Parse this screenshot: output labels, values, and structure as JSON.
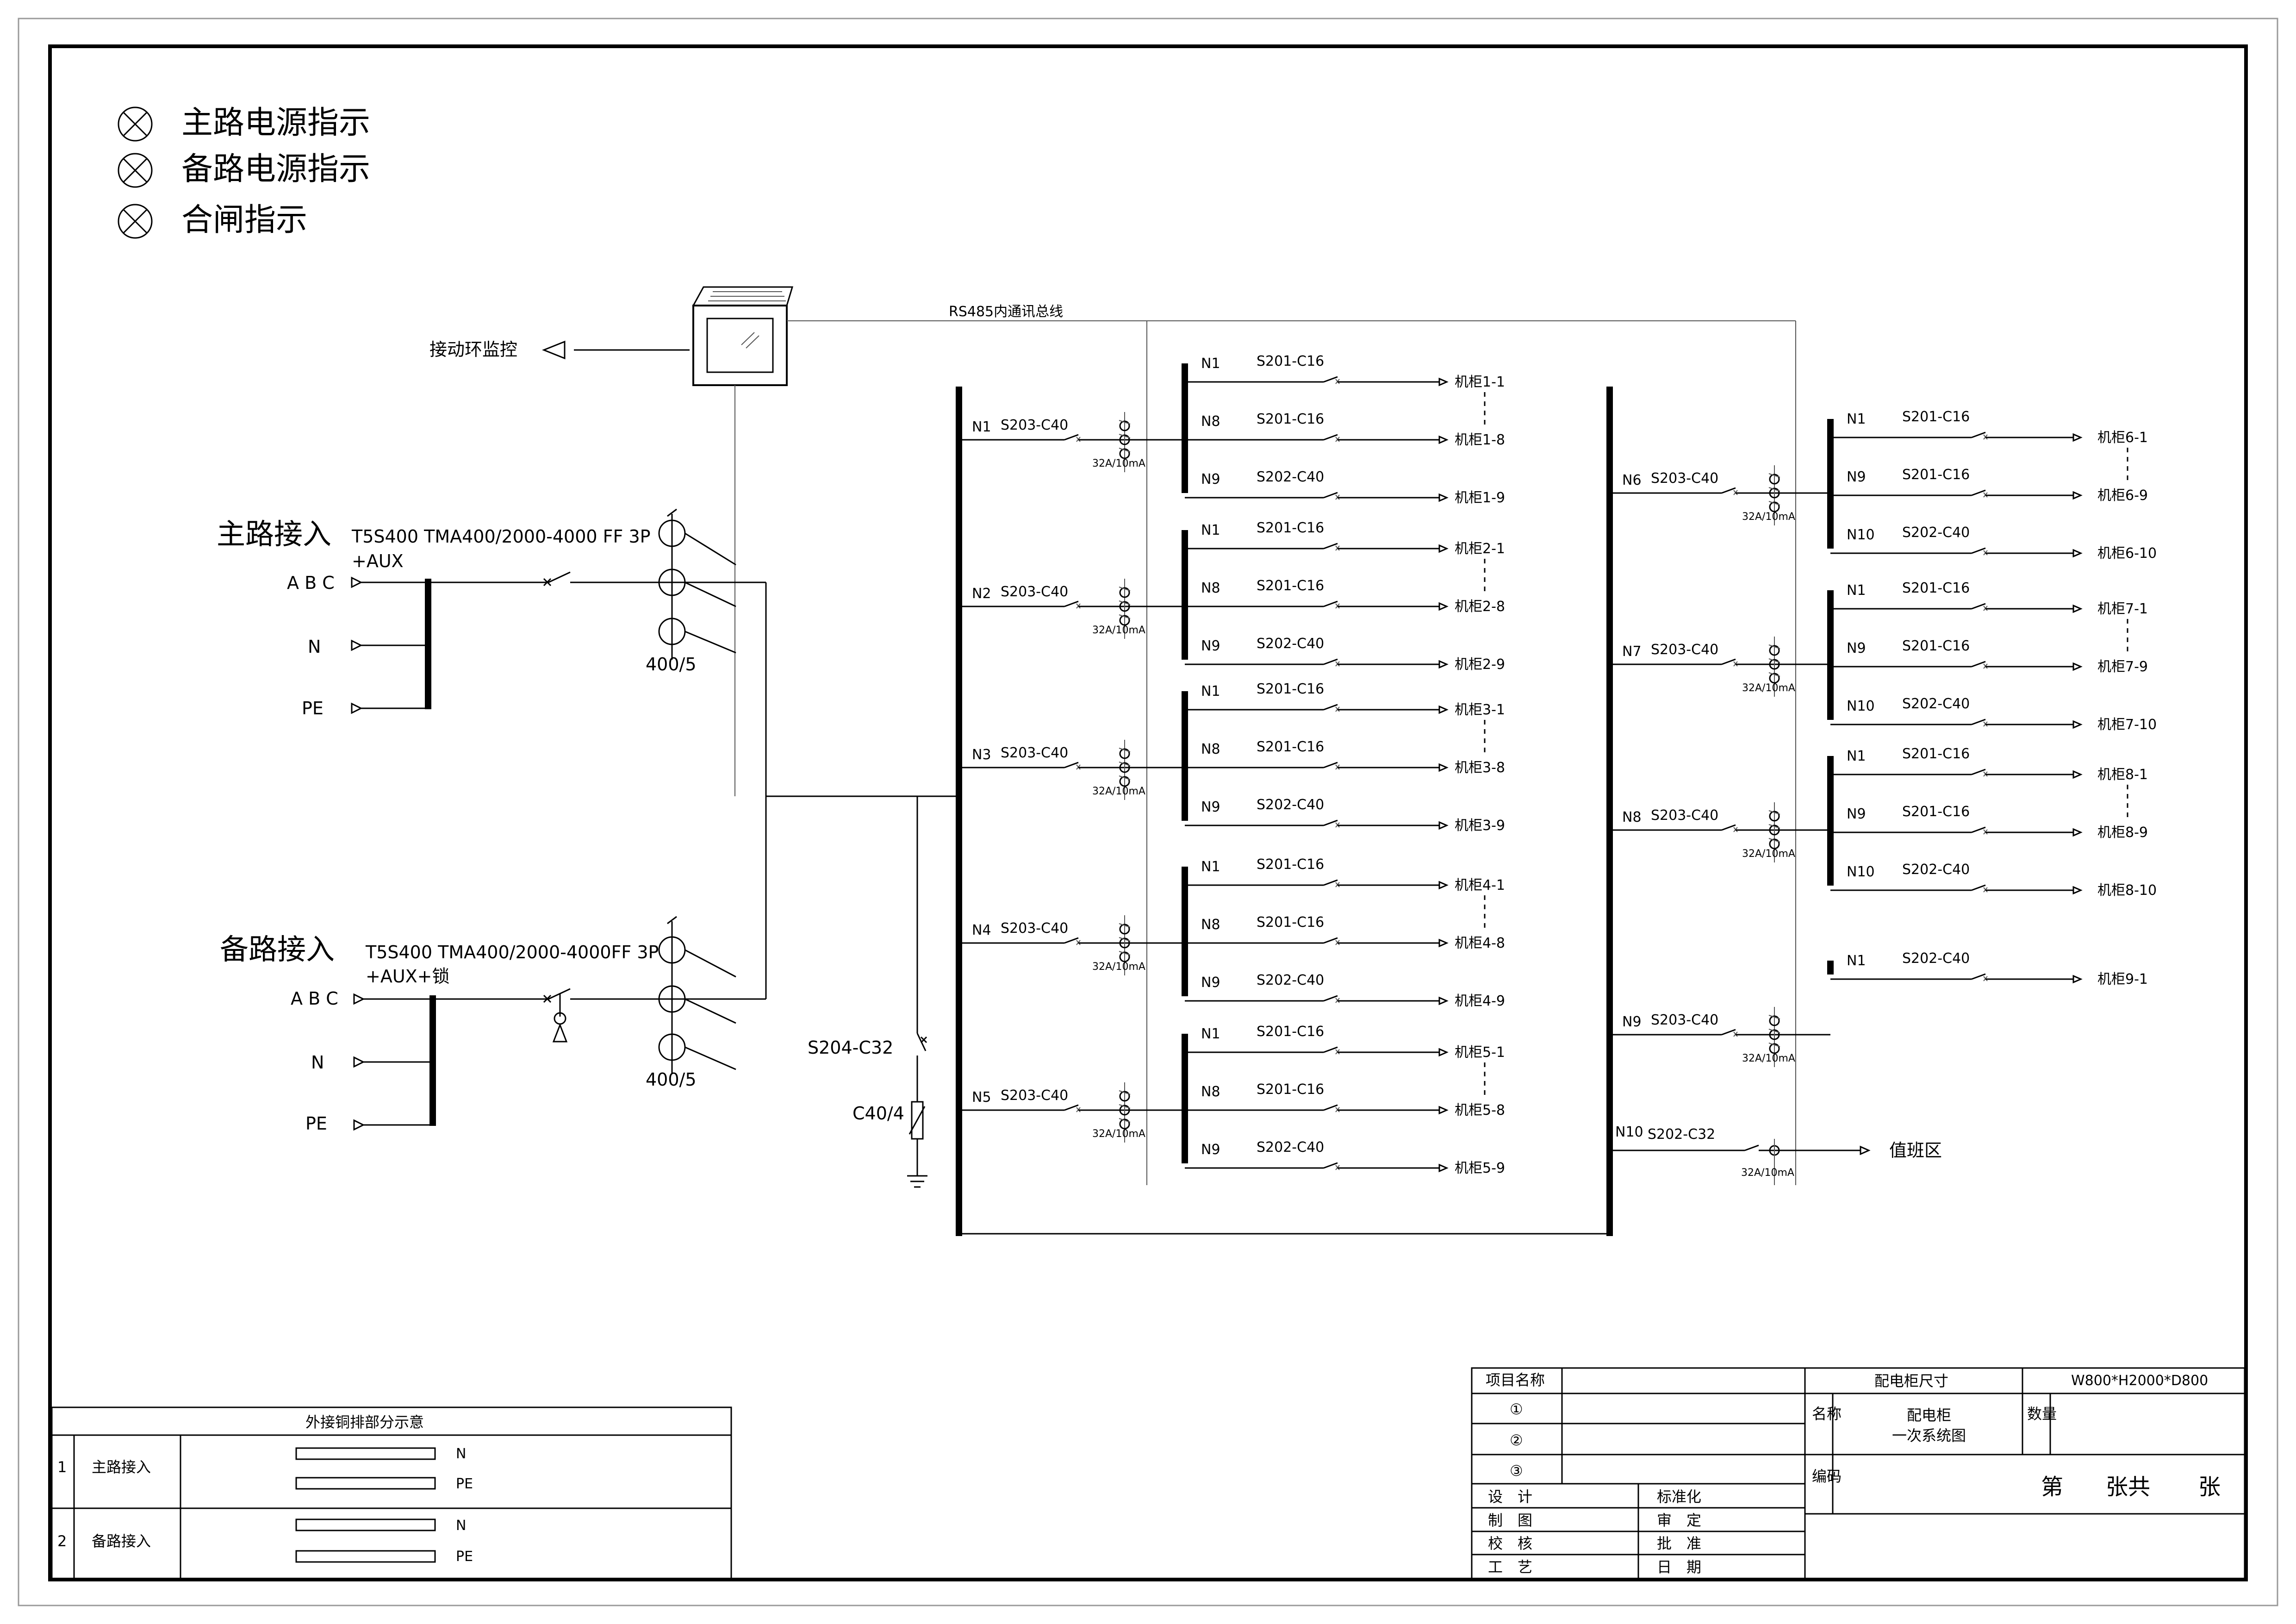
{
  "legend": [
    "主路电源指示",
    "备路电源指示",
    "合闸指示"
  ],
  "monitor": {
    "label": "接动环监控",
    "bus_label": "RS485内通讯总线"
  },
  "main_input": {
    "title": "主路接入",
    "breaker": "T5S400 TMA400/2000-4000 FF 3P",
    "aux": "+AUX",
    "phases": "A B C",
    "n": "N",
    "pe": "PE",
    "ct": "400/5"
  },
  "backup_input": {
    "title": "备路接入",
    "breaker": "T5S400 TMA400/2000-4000FF 3P",
    "aux": "+AUX+锁",
    "phases": "A B C",
    "n": "N",
    "pe": "PE",
    "ct": "400/5"
  },
  "spd": {
    "breaker": "S204-C32",
    "arrester": "C40/4"
  },
  "rcd_label": "32A/10mA",
  "left_feeders": [
    {
      "node": "N1",
      "breaker": "S203-C40",
      "branches": [
        {
          "node": "N1",
          "breaker": "S201-C16",
          "load": "机柜1-1"
        },
        {
          "node": "N8",
          "breaker": "S201-C16",
          "load": "机柜1-8"
        },
        {
          "node": "N9",
          "breaker": "S202-C40",
          "load": "机柜1-9"
        }
      ]
    },
    {
      "node": "N2",
      "breaker": "S203-C40",
      "branches": [
        {
          "node": "N1",
          "breaker": "S201-C16",
          "load": "机柜2-1"
        },
        {
          "node": "N8",
          "breaker": "S201-C16",
          "load": "机柜2-8"
        },
        {
          "node": "N9",
          "breaker": "S202-C40",
          "load": "机柜2-9"
        }
      ]
    },
    {
      "node": "N3",
      "breaker": "S203-C40",
      "branches": [
        {
          "node": "N1",
          "breaker": "S201-C16",
          "load": "机柜3-1"
        },
        {
          "node": "N8",
          "breaker": "S201-C16",
          "load": "机柜3-8"
        },
        {
          "node": "N9",
          "breaker": "S202-C40",
          "load": "机柜3-9"
        }
      ]
    },
    {
      "node": "N4",
      "breaker": "S203-C40",
      "branches": [
        {
          "node": "N1",
          "breaker": "S201-C16",
          "load": "机柜4-1"
        },
        {
          "node": "N8",
          "breaker": "S201-C16",
          "load": "机柜4-8"
        },
        {
          "node": "N9",
          "breaker": "S202-C40",
          "load": "机柜4-9"
        }
      ]
    },
    {
      "node": "N5",
      "breaker": "S203-C40",
      "branches": [
        {
          "node": "N1",
          "breaker": "S201-C16",
          "load": "机柜5-1"
        },
        {
          "node": "N8",
          "breaker": "S201-C16",
          "load": "机柜5-8"
        },
        {
          "node": "N9",
          "breaker": "S202-C40",
          "load": "机柜5-9"
        }
      ]
    }
  ],
  "right_feeders": [
    {
      "node": "N6",
      "breaker": "S203-C40",
      "branches": [
        {
          "node": "N1",
          "breaker": "S201-C16",
          "load": "机柜6-1"
        },
        {
          "node": "N9",
          "breaker": "S201-C16",
          "load": "机柜6-9"
        },
        {
          "node": "N10",
          "breaker": "S202-C40",
          "load": "机柜6-10"
        }
      ]
    },
    {
      "node": "N7",
      "breaker": "S203-C40",
      "branches": [
        {
          "node": "N1",
          "breaker": "S201-C16",
          "load": "机柜7-1"
        },
        {
          "node": "N9",
          "breaker": "S201-C16",
          "load": "机柜7-9"
        },
        {
          "node": "N10",
          "breaker": "S202-C40",
          "load": "机柜7-10"
        }
      ]
    },
    {
      "node": "N8",
      "breaker": "S203-C40",
      "branches": [
        {
          "node": "N1",
          "breaker": "S201-C16",
          "load": "机柜8-1"
        },
        {
          "node": "N9",
          "breaker": "S201-C16",
          "load": "机柜8-9"
        },
        {
          "node": "N10",
          "breaker": "S202-C40",
          "load": "机柜8-10"
        }
      ]
    },
    {
      "node": "N9",
      "breaker": "S203-C40",
      "branches": [
        {
          "node": "N1",
          "breaker": "S202-C40",
          "load": "机柜9-1"
        }
      ]
    }
  ],
  "duty_feeder": {
    "node": "N10",
    "breaker": "S202-C32",
    "load": "值班区"
  },
  "copper_bar": {
    "title": "外接铜排部分示意",
    "rows": [
      {
        "index": "1",
        "name": "主路接入",
        "n": "N",
        "pe": "PE"
      },
      {
        "index": "2",
        "name": "备路接入",
        "n": "N",
        "pe": "PE"
      }
    ]
  },
  "title_block": {
    "project_label": "项目名称",
    "revisions": [
      "①",
      "②",
      "③"
    ],
    "design": "设　计",
    "draw": "制　图",
    "check": "校　核",
    "craft": "工　艺",
    "standard": "标准化",
    "review": "审　定",
    "approve": "批　准",
    "date": "日　期",
    "size_label": "配电柜尺寸",
    "size_value": "W800*H2000*D800",
    "name_label": "名称",
    "name_value_1": "配电柜",
    "name_value_2": "一次系统图",
    "qty_label": "数量",
    "code_label": "编码",
    "sheet_1": "第",
    "sheet_2": "张共",
    "sheet_3": "张"
  }
}
